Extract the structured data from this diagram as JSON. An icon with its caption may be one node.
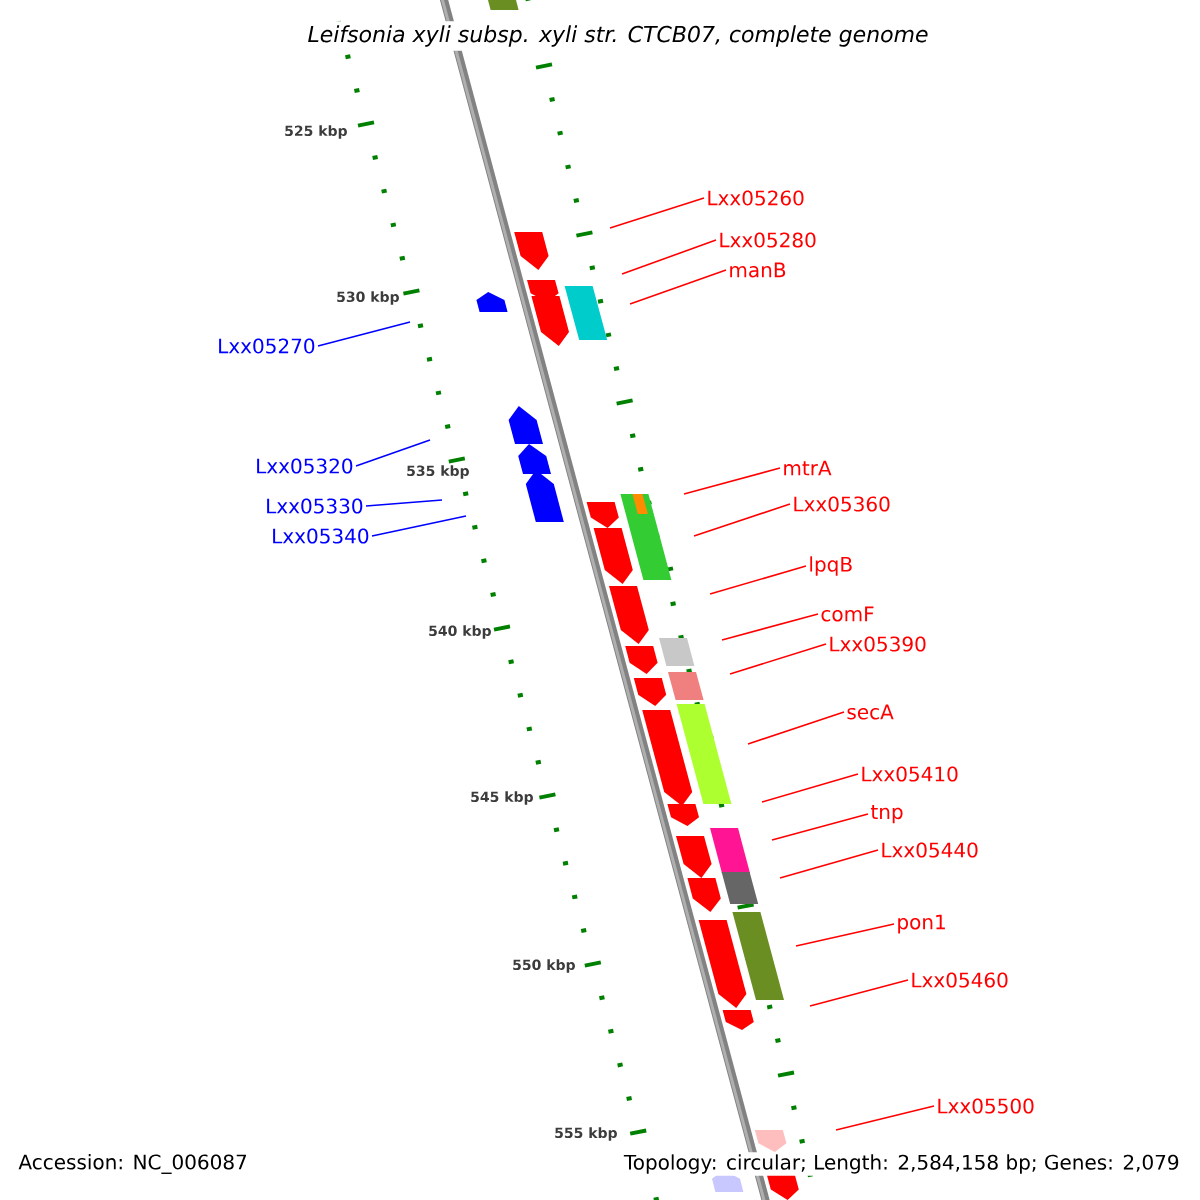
{
  "diagram": {
    "title": "Leifsonia xyli subsp. xyli str. CTCB07, complete genome",
    "nodes": [
      {
        "text": [
          "Lxx05260"
        ]
      },
      {
        "text": [
          "Lxx05280"
        ]
      },
      {
        "text": [
          "manB"
        ]
      },
      {
        "text": [
          "Lxx05270"
        ]
      },
      {
        "text": [
          "Lxx05320"
        ]
      },
      {
        "text": [
          "Lxx05330"
        ]
      },
      {
        "text": [
          "Lxx05340"
        ]
      },
      {
        "text": [
          "mtrA"
        ]
      },
      {
        "text": [
          "Lxx05360"
        ]
      },
      {
        "text": [
          "lpqB"
        ]
      },
      {
        "text": [
          "comF"
        ]
      },
      {
        "text": [
          "Lxx05390"
        ]
      },
      {
        "text": [
          "secA"
        ]
      },
      {
        "text": [
          "Lxx05410"
        ]
      },
      {
        "text": [
          "tnp"
        ]
      },
      {
        "text": [
          "Lxx05440"
        ]
      },
      {
        "text": [
          "pon1"
        ]
      },
      {
        "text": [
          "Lxx05460"
        ]
      },
      {
        "text": [
          "Lxx05500"
        ]
      }
    ],
    "edges": [
      {
        "from": 0,
        "to": null,
        "arrow": "none"
      },
      {
        "from": 1,
        "to": null,
        "arrow": "none"
      },
      {
        "from": 2,
        "to": null,
        "arrow": "none"
      },
      {
        "from": 3,
        "to": null,
        "arrow": "none",
        "color": "#0000ff"
      },
      {
        "from": 4,
        "to": null,
        "arrow": "none",
        "color": "#0000ff"
      },
      {
        "from": 5,
        "to": null,
        "arrow": "none",
        "color": "#0000ff"
      },
      {
        "from": 6,
        "to": null,
        "arrow": "none",
        "color": "#0000ff"
      },
      {
        "from": 7,
        "to": null,
        "arrow": "none"
      },
      {
        "from": 8,
        "to": null,
        "arrow": "none"
      },
      {
        "from": 9,
        "to": null,
        "arrow": "none"
      },
      {
        "from": 10,
        "to": null,
        "arrow": "none"
      },
      {
        "from": 11,
        "to": null,
        "arrow": "none"
      },
      {
        "from": 12,
        "to": null,
        "arrow": "none"
      },
      {
        "from": 13,
        "to": null,
        "arrow": "none"
      },
      {
        "from": 14,
        "to": null,
        "arrow": "none"
      },
      {
        "from": 15,
        "to": null,
        "arrow": "none"
      },
      {
        "from": 16,
        "to": null,
        "arrow": "none"
      },
      {
        "from": 17,
        "to": null,
        "arrow": "none"
      },
      {
        "from": 18,
        "to": null,
        "arrow": "none"
      }
    ],
    "labels": [
      "525 kbp",
      "530 kbp",
      "535 kbp",
      "540 kbp",
      "545 kbp",
      "550 kbp",
      "555 kbp",
      "Accession: NC_006087",
      "Topology: circular; Length: 2,584,158 bp; Genes: 2,079"
    ]
  }
}
